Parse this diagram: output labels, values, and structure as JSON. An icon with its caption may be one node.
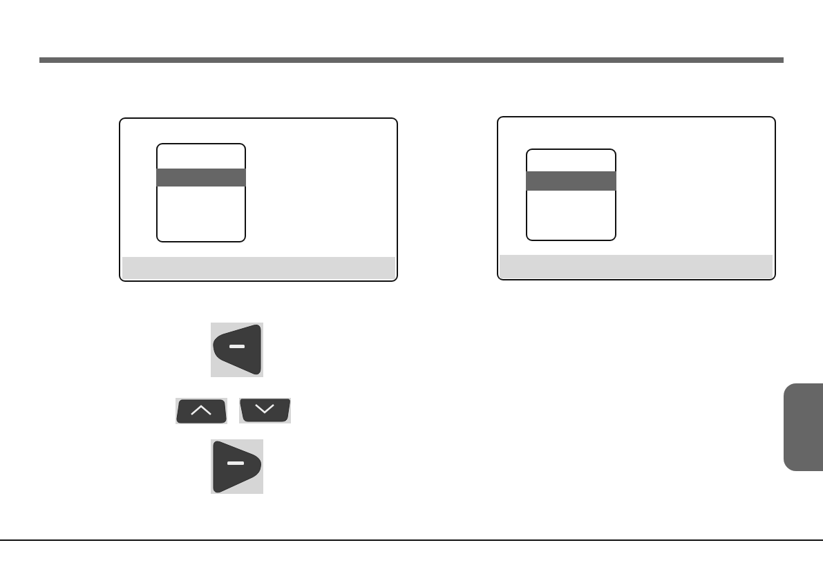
{
  "diagram": {
    "nodes": [
      {
        "text": [],
        "shape": "box"
      },
      {
        "text": [],
        "shape": "box",
        "in": 0
      },
      {
        "text": [],
        "shape": "bar",
        "in": 1
      },
      {
        "text": [],
        "shape": "bar",
        "in": 0
      },
      {
        "text": [],
        "shape": "box"
      },
      {
        "text": [],
        "shape": "box",
        "in": 4
      },
      {
        "text": [],
        "shape": "bar",
        "in": 5
      },
      {
        "text": [],
        "shape": "bar",
        "in": 4
      },
      {
        "text": [],
        "shape": "picture"
      },
      {
        "text": [],
        "shape": "picture"
      },
      {
        "text": [],
        "shape": "picture"
      },
      {
        "text": [],
        "shape": "picture"
      },
      {
        "text": [],
        "shape": "tab"
      }
    ]
  }
}
